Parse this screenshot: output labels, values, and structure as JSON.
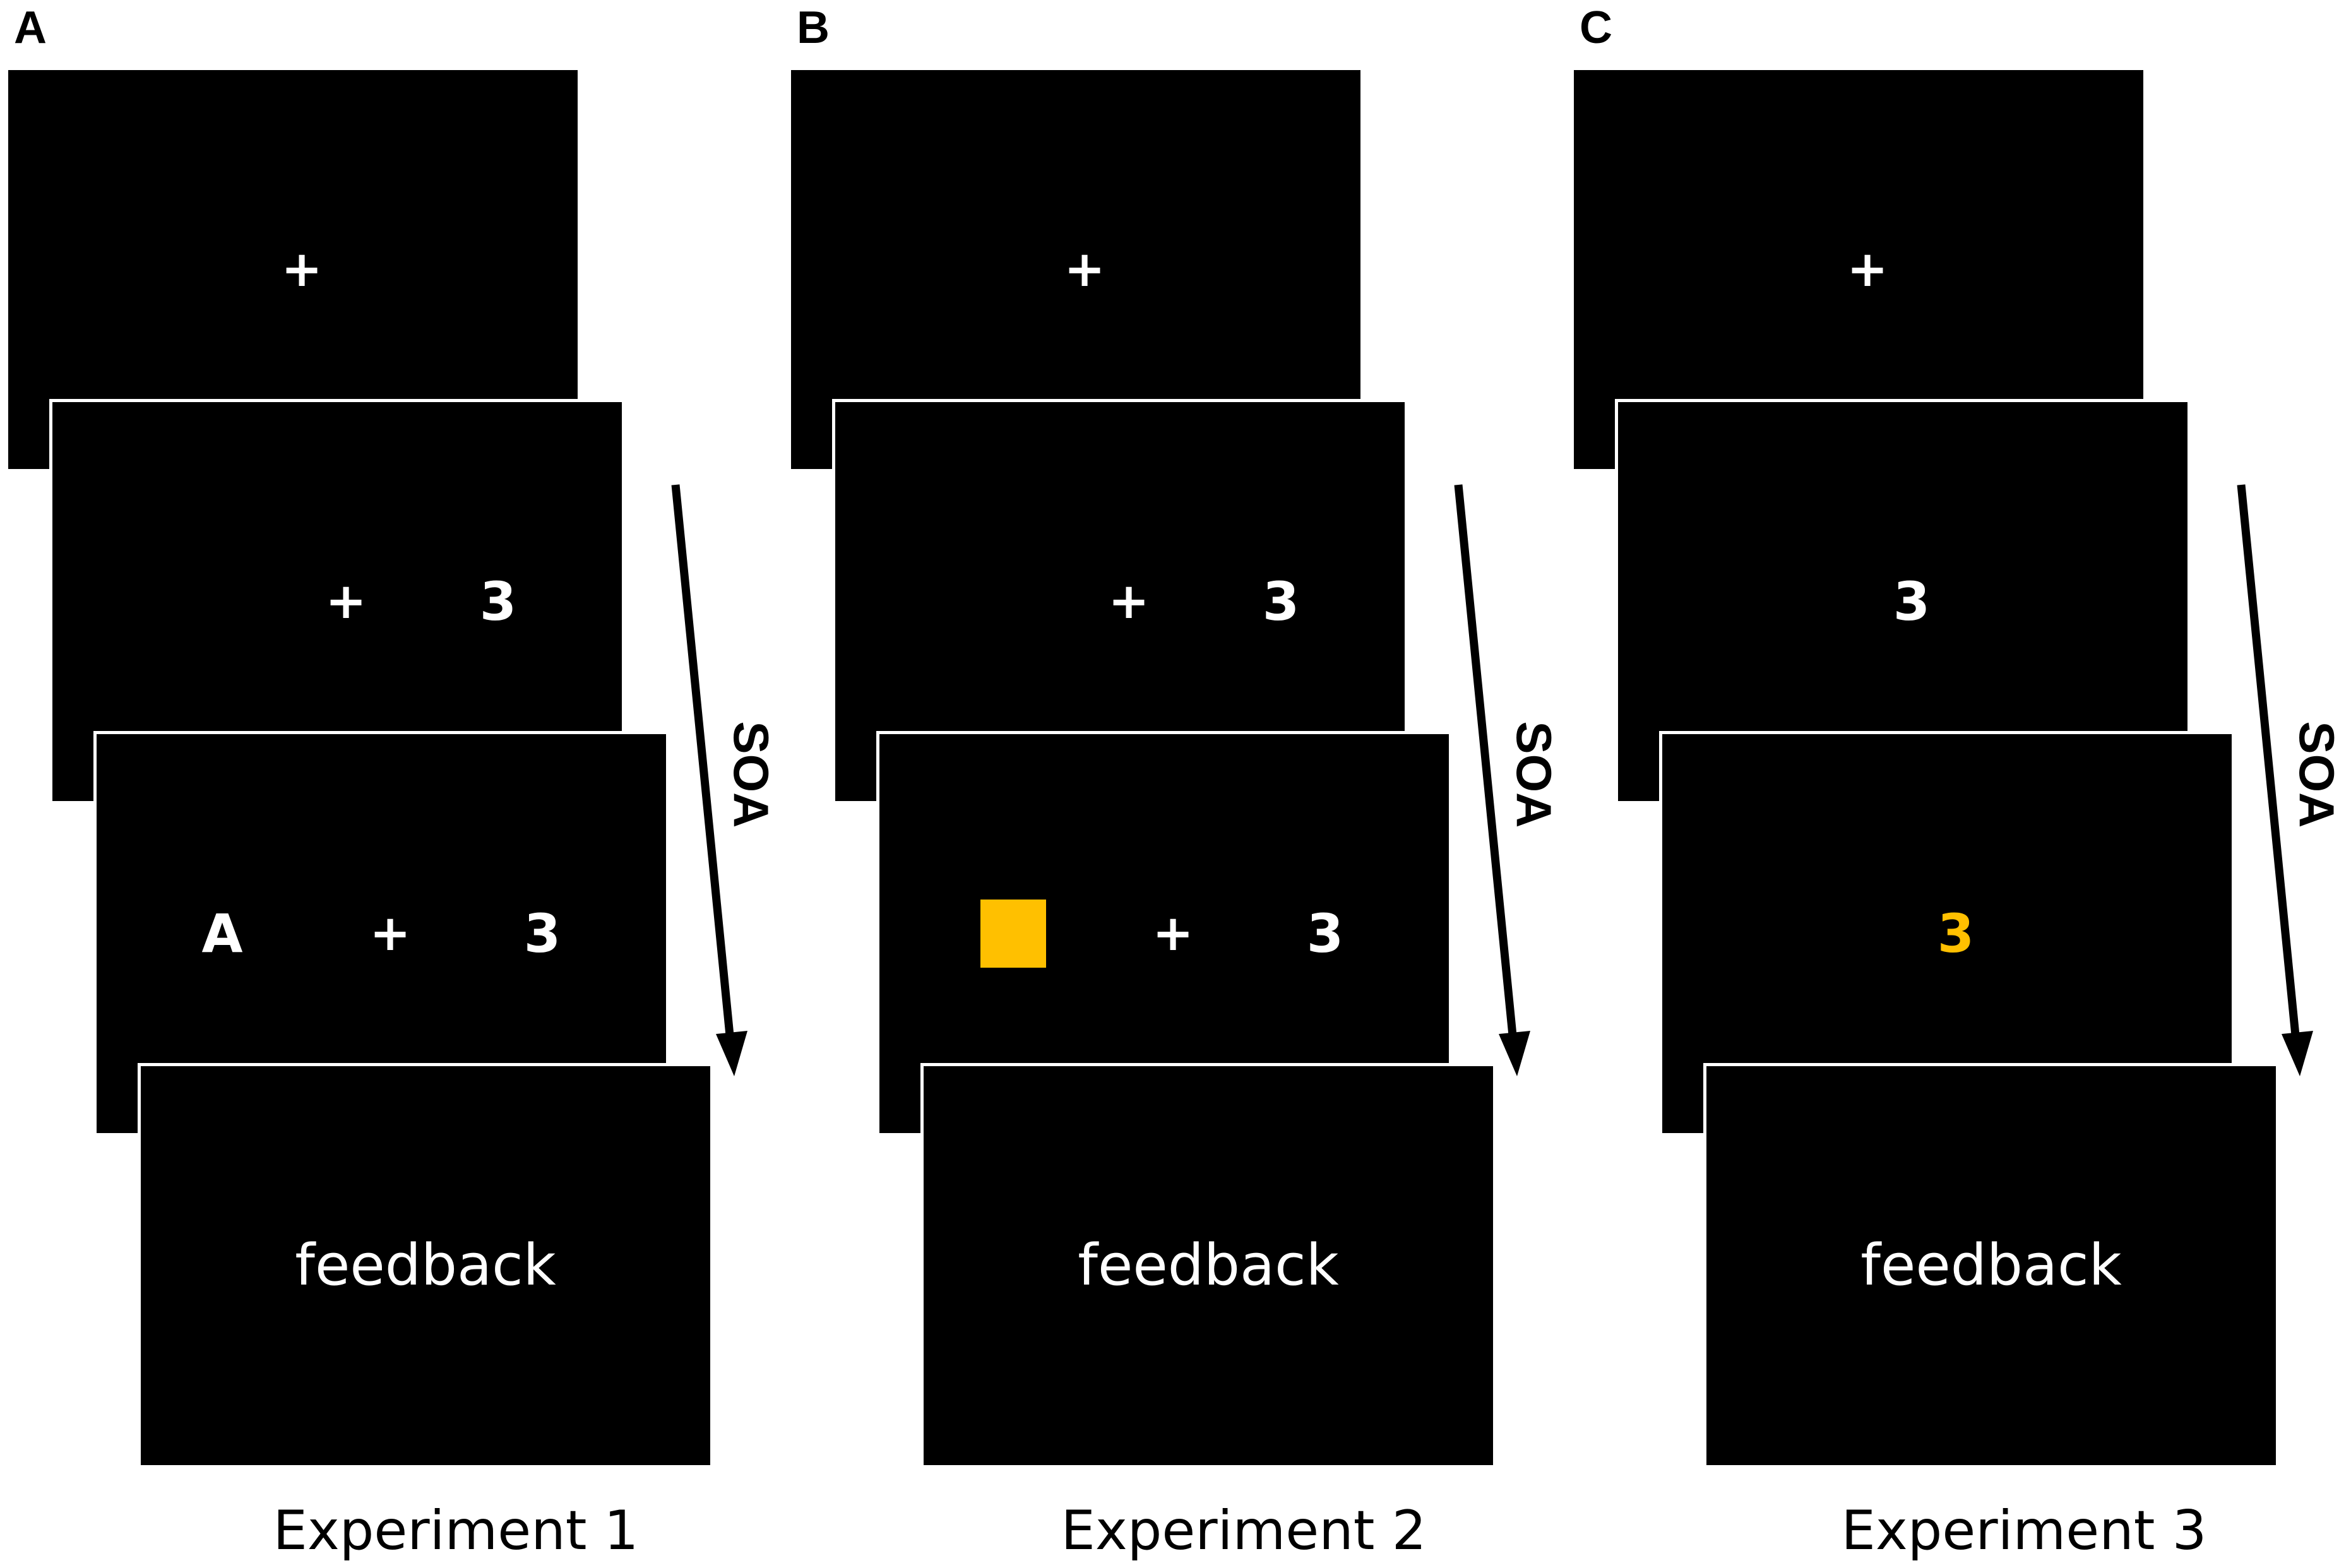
{
  "colors": {
    "screen_background": "#000000",
    "screen_border": "#ffffff",
    "stimulus_text": "#ffffff",
    "cue_color": "#ffc000",
    "arrow": "#000000"
  },
  "panels": [
    {
      "letter": "A",
      "experiment_label": "Experiment 1",
      "soa_label": "SOA",
      "screens": {
        "fixation": "+",
        "target_frame": {
          "fixation": "+",
          "target": "3"
        },
        "cue_frame": {
          "cue_letter": "A",
          "fixation": "+",
          "target": "3"
        },
        "feedback": "feedback"
      }
    },
    {
      "letter": "B",
      "experiment_label": "Experiment 2",
      "soa_label": "SOA",
      "screens": {
        "fixation": "+",
        "target_frame": {
          "fixation": "+",
          "target": "3"
        },
        "cue_frame": {
          "cue": "yellow square",
          "fixation": "+",
          "target": "3"
        },
        "feedback": "feedback"
      }
    },
    {
      "letter": "C",
      "experiment_label": "Experiment 3",
      "soa_label": "SOA",
      "screens": {
        "fixation": "+",
        "target_frame": {
          "target": "3"
        },
        "cue_frame": {
          "target": "3",
          "target_color": "#ffc000"
        },
        "feedback": "feedback"
      }
    }
  ]
}
